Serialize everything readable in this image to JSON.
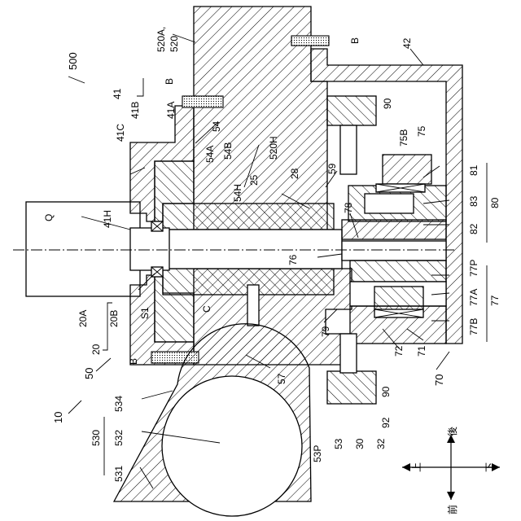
{
  "figure": {
    "labels": {
      "l500": "500",
      "l10": "10",
      "l50": "50",
      "l70": "70",
      "lQ": "Q",
      "l41H": "41H",
      "l20": "20",
      "l20A": "20A",
      "l20B": "20B",
      "lS1": "S1",
      "lB1": "B",
      "lB2": "B",
      "lB3": "B",
      "l520A": "520A,",
      "l520": "520",
      "l42": "42",
      "l41": "41",
      "l41A": "41A",
      "l41B": "41B",
      "l41C": "41C",
      "l54": "54",
      "l54A": "54A",
      "l54B": "54B",
      "l520H": "520H",
      "l54H": "54H",
      "l25": "25",
      "l28": "28",
      "l59": "59",
      "lC": "C",
      "l57": "57",
      "l79": "79",
      "l76": "76",
      "l78": "78",
      "l90a": "90",
      "l90b": "90",
      "l75B": "75B",
      "l75": "75",
      "l81": "81",
      "l83": "83",
      "l82": "82",
      "l80": "80",
      "l77P": "77P",
      "l77A": "77A",
      "l77B": "77B",
      "l77": "77",
      "l72": "72",
      "l71": "71",
      "l92": "92",
      "l32": "32",
      "l30": "30",
      "l53": "53",
      "l53P": "53P",
      "l530": "530",
      "l531": "531",
      "l532": "532",
      "l534": "534",
      "dirUp": "上",
      "dirDown": "下",
      "dirBack": "後",
      "dirFront": "前"
    }
  }
}
